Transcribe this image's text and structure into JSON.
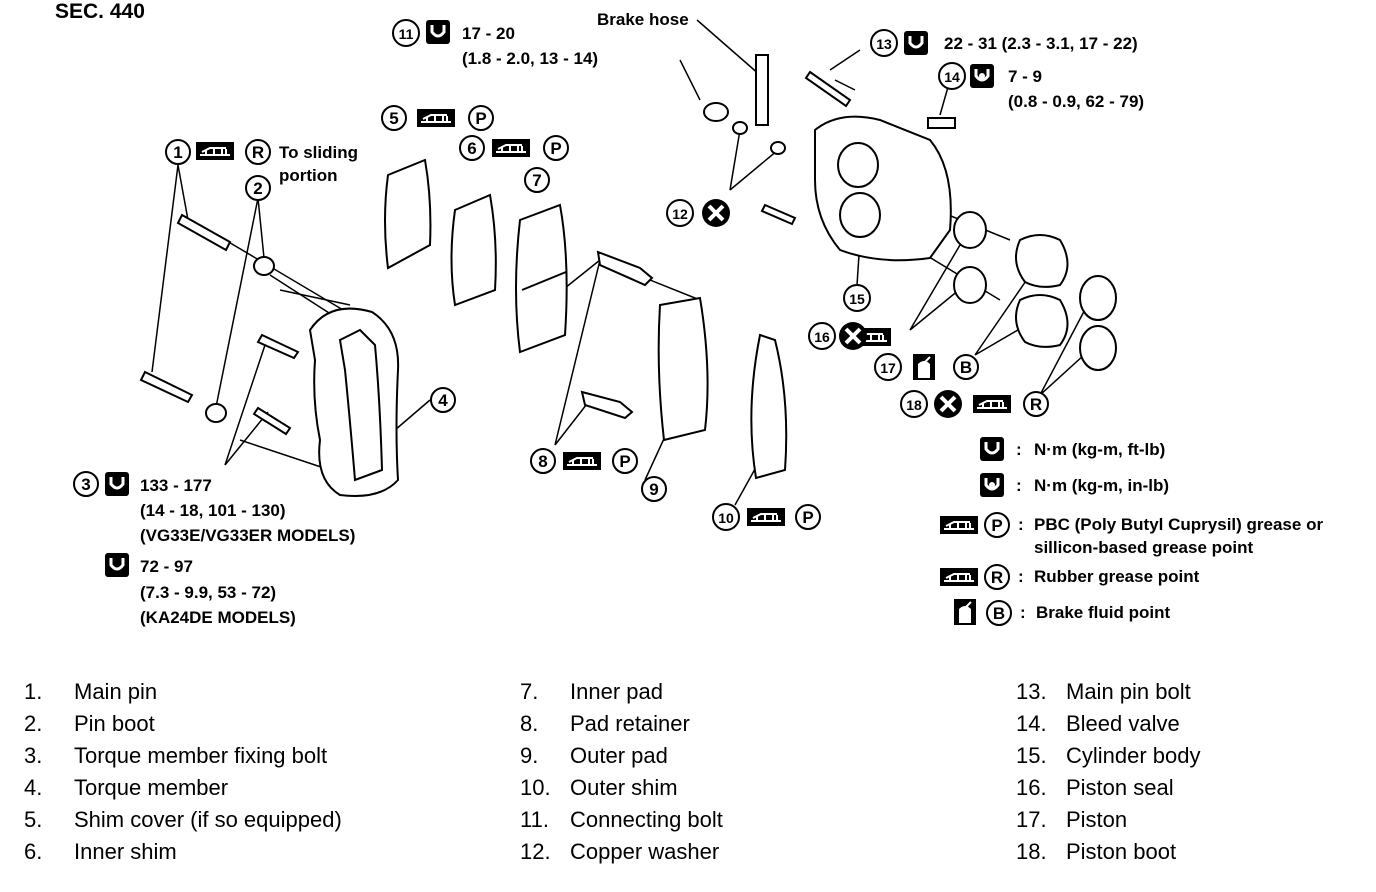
{
  "section": "SEC. 440",
  "callouts": {
    "brake_hose": "Brake hose",
    "to_sliding_1": "To sliding",
    "to_sliding_2": "portion",
    "torque_11_a": "17 - 20",
    "torque_11_b": "(1.8 - 2.0, 13 - 14)",
    "torque_13": "22 - 31 (2.3 - 3.1, 17 - 22)",
    "torque_14_a": "7 - 9",
    "torque_14_b": "(0.8 - 0.9, 62 - 79)",
    "torque_3_a": "133 - 177",
    "torque_3_b": "(14 - 18, 101 - 130)",
    "torque_3_c": "(VG33E/VG33ER MODELS)",
    "torque_3_d": "72 - 97",
    "torque_3_e": "(7.3 - 9.9, 53 - 72)",
    "torque_3_f": "(KA24DE MODELS)"
  },
  "key": {
    "nm_kgm_ftlb": "N·m (kg-m, ft-lb)",
    "nm_kgm_inlb": "N·m (kg-m, in-lb)",
    "pbc_1": "PBC (Poly Butyl Cuprysil) grease or",
    "pbc_2": "sillicon-based grease point",
    "rubber": "Rubber grease point",
    "fluid": "Brake fluid point"
  },
  "parts": [
    {
      "num": "1.",
      "name": "Main pin"
    },
    {
      "num": "2.",
      "name": "Pin boot"
    },
    {
      "num": "3.",
      "name": "Torque member fixing bolt"
    },
    {
      "num": "4.",
      "name": "Torque member"
    },
    {
      "num": "5.",
      "name": "Shim cover (if so equipped)"
    },
    {
      "num": "6.",
      "name": "Inner shim"
    },
    {
      "num": "7.",
      "name": "Inner pad"
    },
    {
      "num": "8.",
      "name": "Pad retainer"
    },
    {
      "num": "9.",
      "name": "Outer pad"
    },
    {
      "num": "10.",
      "name": "Outer shim"
    },
    {
      "num": "11.",
      "name": "Connecting bolt"
    },
    {
      "num": "12.",
      "name": "Copper washer"
    },
    {
      "num": "13.",
      "name": "Main pin bolt"
    },
    {
      "num": "14.",
      "name": "Bleed valve"
    },
    {
      "num": "15.",
      "name": "Cylinder body"
    },
    {
      "num": "16.",
      "name": "Piston seal"
    },
    {
      "num": "17.",
      "name": "Piston"
    },
    {
      "num": "18.",
      "name": "Piston boot"
    }
  ],
  "markers": [
    "1",
    "2",
    "3",
    "4",
    "5",
    "6",
    "7",
    "8",
    "9",
    "10",
    "11",
    "12",
    "13",
    "14",
    "15",
    "16",
    "17",
    "18"
  ],
  "letters": {
    "P": "P",
    "R": "R",
    "B": "B"
  }
}
